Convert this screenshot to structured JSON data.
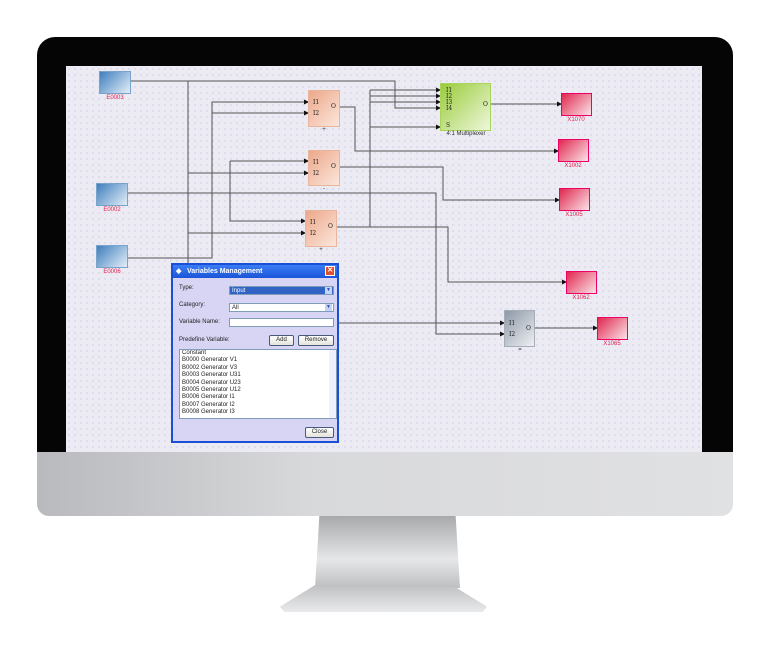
{
  "canvas": {
    "sources": [
      {
        "label": "E0003"
      },
      {
        "label": "E0002"
      },
      {
        "label": "E0006"
      }
    ],
    "sinks": [
      {
        "label": "X1070"
      },
      {
        "label": "X1002"
      },
      {
        "label": "X1005"
      },
      {
        "label": "X1062"
      },
      {
        "label": "X1065"
      }
    ],
    "adders": [
      {
        "op": "+"
      },
      {
        "op": "-"
      },
      {
        "op": "+"
      }
    ],
    "comparator": {
      "op": "="
    },
    "multiplexer": {
      "label": "4:1 Multiplexer",
      "inputs": [
        "I1",
        "I2",
        "I3",
        "I4"
      ],
      "select": "S"
    },
    "ports": {
      "in1": "I1",
      "in2": "I2",
      "out": "O"
    }
  },
  "dialog": {
    "title": "Variables Management",
    "type_label": "Type:",
    "type_value": "Input",
    "category_label": "Category:",
    "category_value": "All",
    "varname_label": "Variable Name:",
    "varname_value": "",
    "predefine_label": "Predefine Variable:",
    "add": "Add",
    "remove": "Remove",
    "close": "Close",
    "list": [
      "Constant",
      "B0000 Generator V1",
      "B0002 Generator V3",
      "B0003 Generator U31",
      "B0004 Generator U23",
      "B0005 Generator U12",
      "B0006 Generator I1",
      "B0007 Generator I2",
      "B0008 Generator I3"
    ]
  }
}
